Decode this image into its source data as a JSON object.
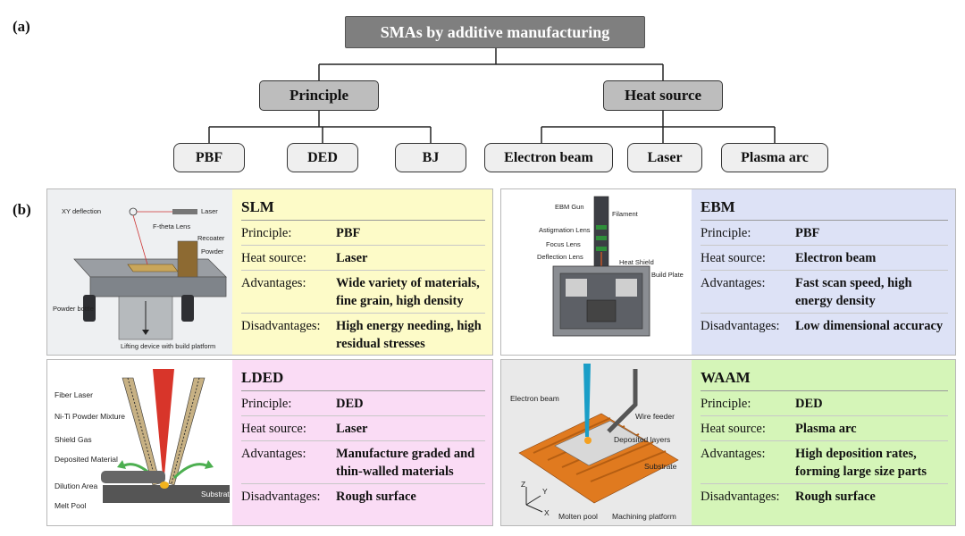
{
  "labels": {
    "a": "(a)",
    "b": "(b)"
  },
  "tree": {
    "root": "SMAs by additive manufacturing",
    "principle": {
      "label": "Principle",
      "children": [
        "PBF",
        "DED",
        "BJ"
      ]
    },
    "heat_source": {
      "label": "Heat source",
      "children": [
        "Electron beam",
        "Laser",
        "Plasma  arc"
      ]
    }
  },
  "cards": {
    "slm": {
      "title": "SLM",
      "bg": "#fdfbc8",
      "rows": [
        {
          "k": "Principle:",
          "v": "PBF"
        },
        {
          "k": "Heat source:",
          "v": "Laser"
        },
        {
          "k": "Advantages:",
          "v": "Wide variety of materials, fine grain, high density"
        },
        {
          "k": "Disadvantages:",
          "v": "High energy needing, high residual stresses"
        }
      ],
      "image_labels": {
        "xy": "XY deflection",
        "laser": "Laser",
        "ftheta": "F-theta Lens",
        "recoater": "Recoater",
        "powder": "Powder",
        "bottle": "Powder bottle",
        "lifting": "Lifting device with build platform"
      }
    },
    "ebm": {
      "title": "EBM",
      "bg": "#dde2f6",
      "rows": [
        {
          "k": "Principle:",
          "v": "PBF"
        },
        {
          "k": "Heat source:",
          "v": "Electron beam"
        },
        {
          "k": "Advantages:",
          "v": "Fast scan speed, high energy density"
        },
        {
          "k": "Disadvantages:",
          "v": "Low dimensional accuracy"
        }
      ],
      "image_labels": {
        "gun": "EBM Gun",
        "filament": "Filament",
        "astig": "Astigmation Lens",
        "focus": "Focus Lens",
        "deflect": "Deflection Lens",
        "shield": "Heat Shield",
        "build": "Build Plate"
      }
    },
    "lded": {
      "title": "LDED",
      "bg": "#fadcf5",
      "rows": [
        {
          "k": "Principle:",
          "v": "DED"
        },
        {
          "k": "Heat source:",
          "v": "Laser"
        },
        {
          "k": "Advantages:",
          "v": "Manufacture graded and thin-walled materials"
        },
        {
          "k": "Disadvantages:",
          "v": "Rough surface"
        }
      ],
      "image_labels": {
        "fiber": "Fiber Laser",
        "powder": "Ni-Ti Powder Mixture",
        "shield": "Shield Gas",
        "deposited": "Deposited Material",
        "dilution": "Dilution Area",
        "melt": "Melt Pool",
        "substrate": "Substrate"
      }
    },
    "waam": {
      "title": "WAAM",
      "bg": "#d5f5b8",
      "rows": [
        {
          "k": "Principle:",
          "v": "DED"
        },
        {
          "k": "Heat source:",
          "v": "Plasma arc"
        },
        {
          "k": "Advantages:",
          "v": "High deposition rates, forming large size parts"
        },
        {
          "k": "Disadvantages:",
          "v": "Rough surface"
        }
      ],
      "image_labels": {
        "beam": "Electron beam",
        "feeder": "Wire feeder",
        "layers": "Deposited layers",
        "substrate": "Substrate",
        "molten": "Molten pool",
        "platform": "Machining platform",
        "z": "Z",
        "y": "Y",
        "x": "X"
      }
    }
  }
}
